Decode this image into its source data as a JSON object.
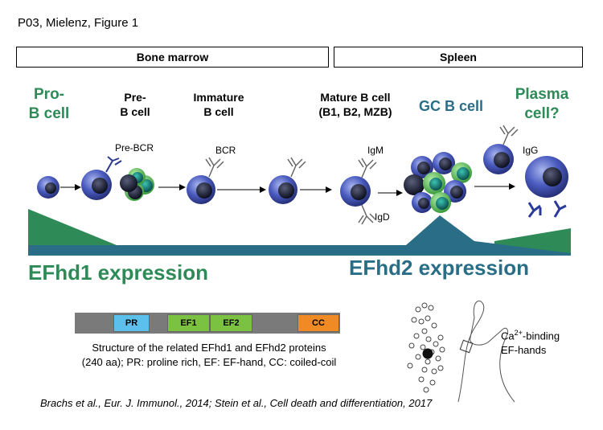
{
  "header": {
    "title": "P03, Mielenz, Figure 1"
  },
  "compartments": {
    "bone_marrow": "Bone marrow",
    "spleen": "Spleen"
  },
  "stages": {
    "pro_b_line1": "Pro-",
    "pro_b_line2": "B cell",
    "pre_b_line1": "Pre-",
    "pre_b_line2": "B cell",
    "immature_line1": "Immature",
    "immature_line2": "B cell",
    "mature_line1": "Mature B cell",
    "mature_line2": "(B1, B2, MZB)",
    "gc_b": "GC B cell",
    "plasma_line1": "Plasma",
    "plasma_line2": "cell?"
  },
  "receptors": {
    "pre_bcr": "Pre-BCR",
    "bcr": "BCR",
    "igm": "IgM",
    "igd": "IgD",
    "igg": "IgG"
  },
  "expression": {
    "efhd1": "EFhd1 expression",
    "efhd2": "EFhd2 expression"
  },
  "protein": {
    "domains": [
      "PR",
      "EF1",
      "EF2",
      "CC"
    ],
    "caption_line1": "Structure of the related EFhd1 and EFhd2 proteins",
    "caption_line2": "(240 aa); PR: proline rich, EF: EF-hand, CC: coiled-coil"
  },
  "ca_binding": {
    "prefix": "Ca",
    "superscript": "2+",
    "suffix": "-binding",
    "line2": "EF-hands"
  },
  "reference": "Brachs et al., Eur. J. Immunol., 2014; Stein et al., Cell death and differentiation, 2017",
  "colors": {
    "green": "#2e8b57",
    "teal": "#2a6d86",
    "cell_blue": "#3d4fa8",
    "pr_domain": "#5bc0eb",
    "ef_domain": "#7cc242",
    "cc_domain": "#f08a24"
  }
}
